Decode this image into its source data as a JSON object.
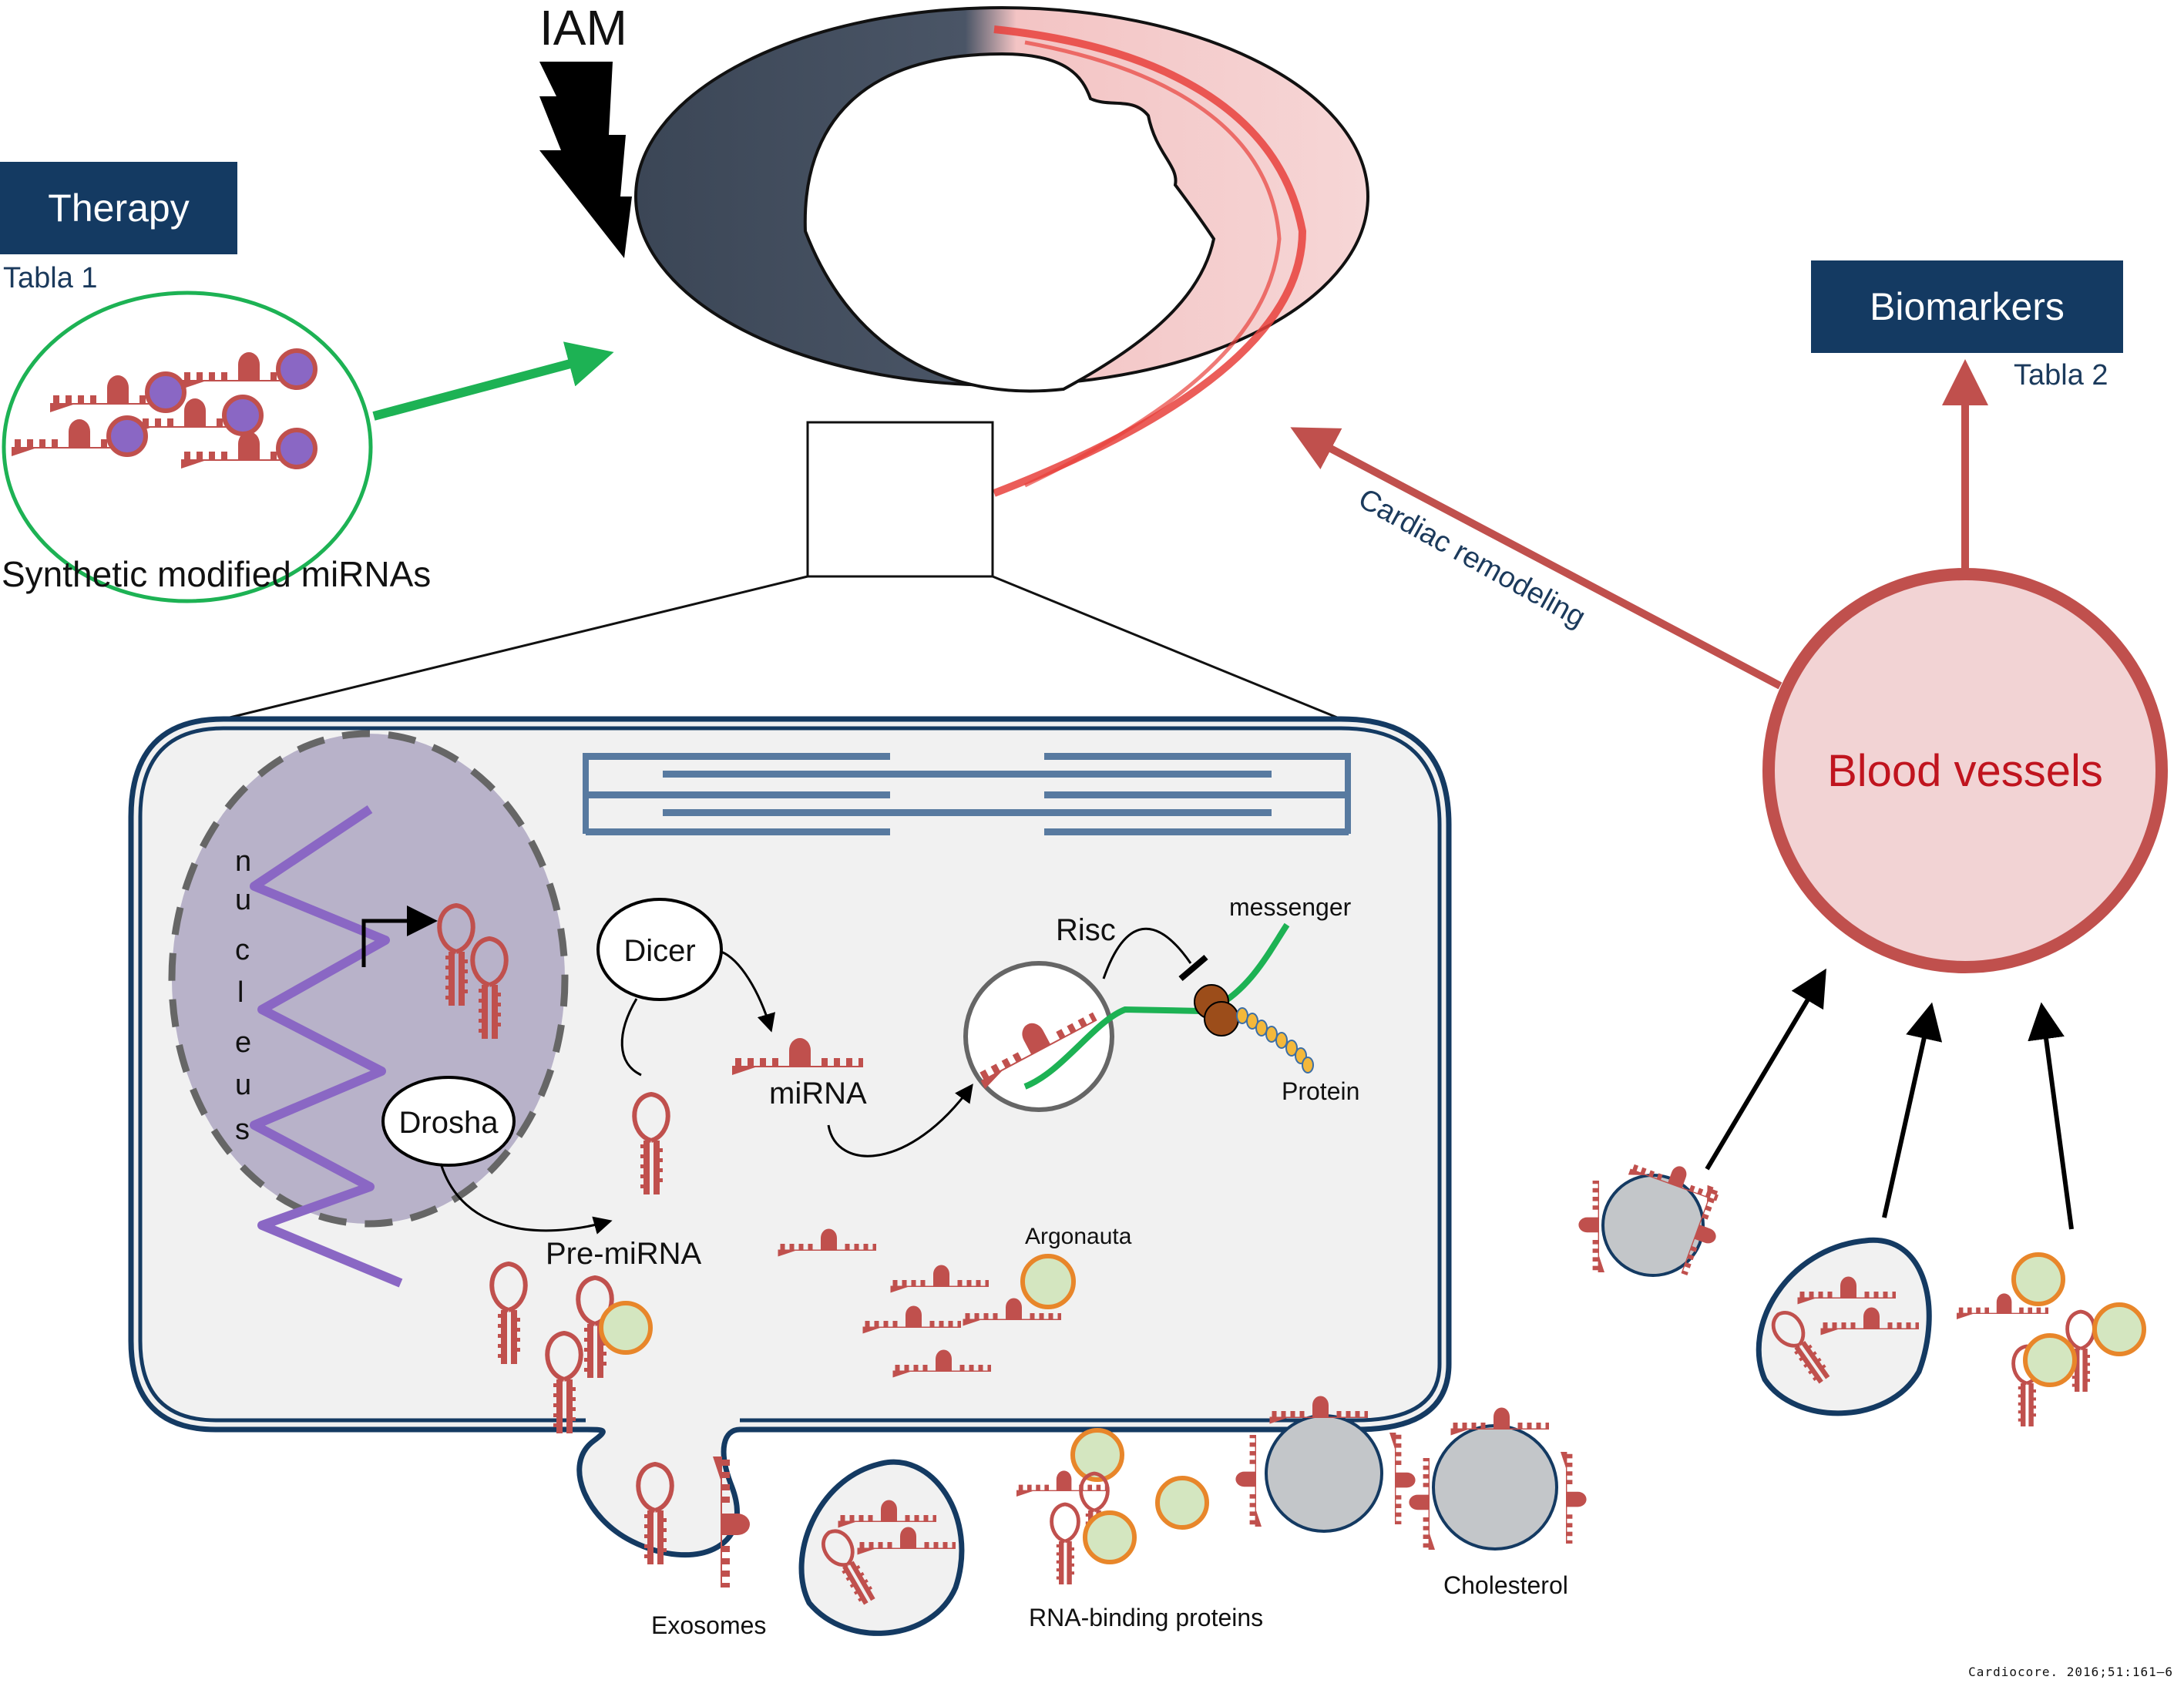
{
  "figure": {
    "title_event": "IAM",
    "citation": "Cardiocore. 2016;51:161–6"
  },
  "therapy": {
    "box_label": "Therapy",
    "table_ref": "Tabla 1",
    "caption": "Synthetic modified miRNAs"
  },
  "biomarkers": {
    "box_label": "Biomarkers",
    "table_ref": "Tabla 2"
  },
  "blood_vessels": {
    "label": "Blood vessels",
    "arrow_label": "Cardiac remodeling"
  },
  "cell": {
    "nucleus_letters": [
      "n",
      "u",
      "c",
      "l",
      "e",
      "u",
      "s"
    ],
    "enzymes": {
      "drosha": "Drosha",
      "dicer": "Dicer"
    },
    "labels": {
      "pre_mirna": "Pre-miRNA",
      "mirna": "miRNA",
      "risc": "Risc",
      "messenger": "messenger",
      "protein": "Protein",
      "argonauta": "Argonauta"
    }
  },
  "carriers": {
    "exosomes": "Exosomes",
    "rna_binding_proteins": "RNA-binding proteins",
    "cholesterol": "Cholesterol"
  },
  "colors": {
    "navy": "#143a62",
    "mirna_red": "#c0504d",
    "therapy_green": "#1db254",
    "vessel_fill": "#f2d3d4",
    "vessel_stroke": "#c0504d",
    "vessel_text": "#c0141e",
    "nucleus_fill": "#b8b2c9",
    "dna_purple": "#8a67c4",
    "argonaute_fill": "#d4e6c0",
    "argonaute_stroke": "#e8862a",
    "lipid_fill": "#c3c6c9"
  }
}
